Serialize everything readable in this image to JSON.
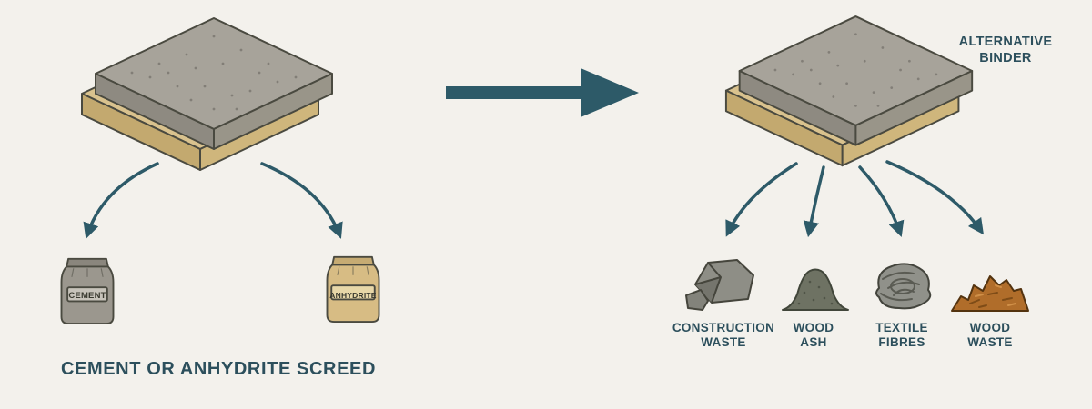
{
  "background_color": "#f3f1ec",
  "left_panel": {
    "caption": "CEMENT OR ANHYDRITE SCREED",
    "cement_bag_label": "CEMENT",
    "anhydrite_bag_label": "ANHYDRITE"
  },
  "transition_arrow": {
    "direction": "right",
    "color": "#2d5a68"
  },
  "right_panel": {
    "binder_label": "ALTERNATIVE BINDER",
    "materials": [
      {
        "label": "CONSTRUCTION WASTE",
        "icon": "rubble-icon"
      },
      {
        "label": "WOOD ASH",
        "icon": "ash-pile-icon"
      },
      {
        "label": "TEXTILE FIBRES",
        "icon": "yarn-coil-icon"
      },
      {
        "label": "WOOD WASTE",
        "icon": "wood-chips-icon"
      }
    ]
  },
  "colors": {
    "accent_teal": "#2d5a68",
    "text_dark": "#2c4f5c",
    "screed_grey": "#a7a39a",
    "insulation_tan": "#d9c28e",
    "outline": "#4a4a40"
  }
}
